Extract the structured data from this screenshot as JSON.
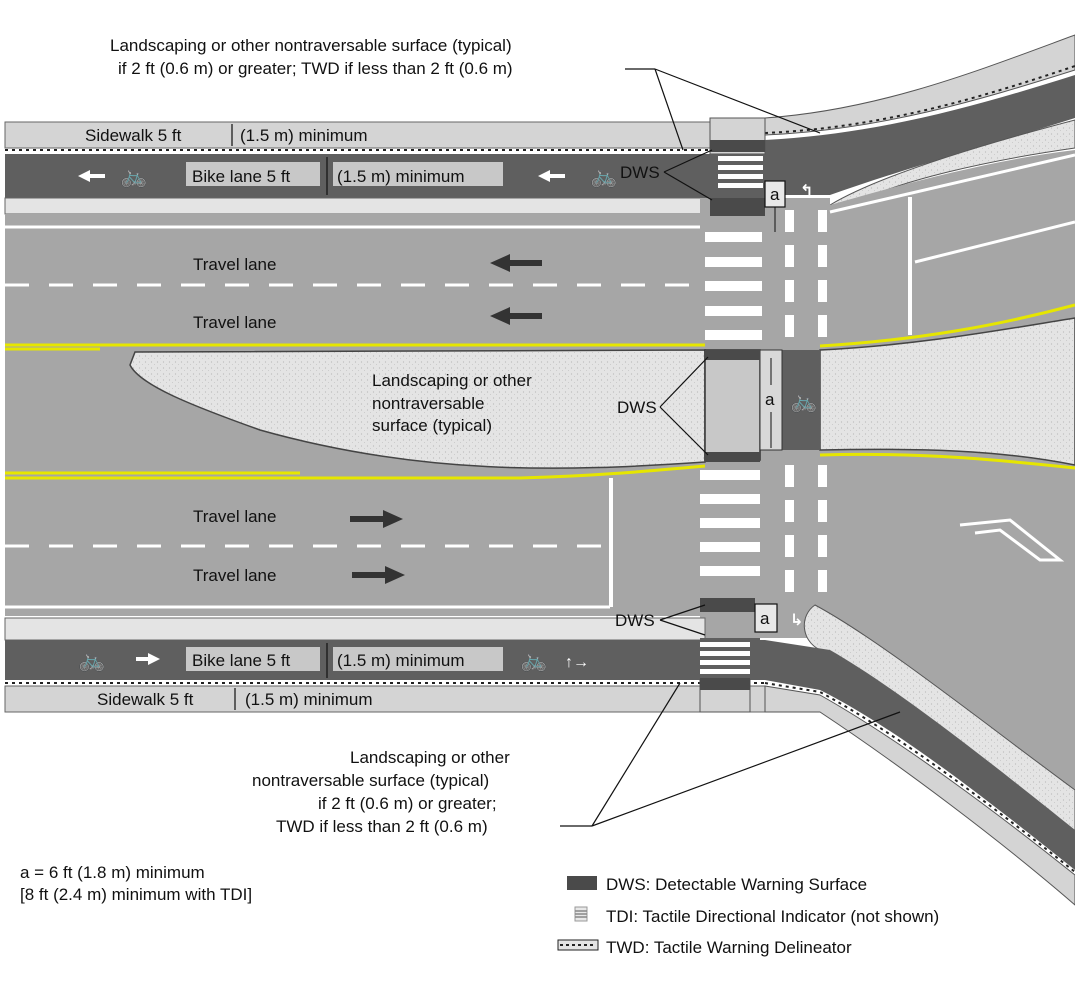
{
  "labels": {
    "sidebalk_top": "Sidewalk 5 ft",
    "sidewalk_top_min": "(1.5 m) minimum",
    "bike_top": "Bike lane 5 ft",
    "bike_top_min": "(1.5 m) minimum",
    "travel_1": "Travel lane",
    "travel_2": "Travel lane",
    "travel_3": "Travel lane",
    "travel_4": "Travel lane",
    "median_1": "Landscaping or other",
    "median_2": "nontraversable",
    "median_3": "surface (typical)",
    "dws_top": "DWS",
    "dws_mid": "DWS",
    "dws_bot": "DWS",
    "a_top": "a",
    "a_mid": "a",
    "a_bot": "a",
    "bike_bot": "Bike lane 5 ft",
    "bike_bot_min": "(1.5 m) minimum",
    "sidewalk_bot": "Sidewalk 5 ft",
    "sidewalk_bot_min": "(1.5 m) minimum"
  },
  "notes": {
    "top_1": "Landscaping or other nontraversable surface (typical)",
    "top_2": "if 2 ft (0.6 m) or greater; TWD if less than 2 ft (0.6 m)",
    "bot_1": "Landscaping or other",
    "bot_2": "nontraversable surface (typical)",
    "bot_3": "if 2 ft (0.6 m) or greater;",
    "bot_4": "TWD if less than 2 ft (0.6 m)",
    "a_def_1": "a = 6 ft (1.8 m) minimum",
    "a_def_2": "[8 ft (2.4 m) minimum with TDI]"
  },
  "legend": {
    "dws": "DWS: Detectable Warning Surface",
    "tdi": "TDI: Tactile Directional Indicator (not shown)",
    "twd": "TWD: Tactile Warning Delineator"
  },
  "colors": {
    "road": "#a6a6a6",
    "bike": "#5f5f5f",
    "sidewalk": "#d4d4d4",
    "landscape": "#e6e6e6",
    "yellow": "#e6e600",
    "dws": "#4a4a4a"
  },
  "icons": [
    "arrow-left-icon",
    "arrow-right-icon",
    "bicycle-icon",
    "turn-arrow-icon"
  ]
}
